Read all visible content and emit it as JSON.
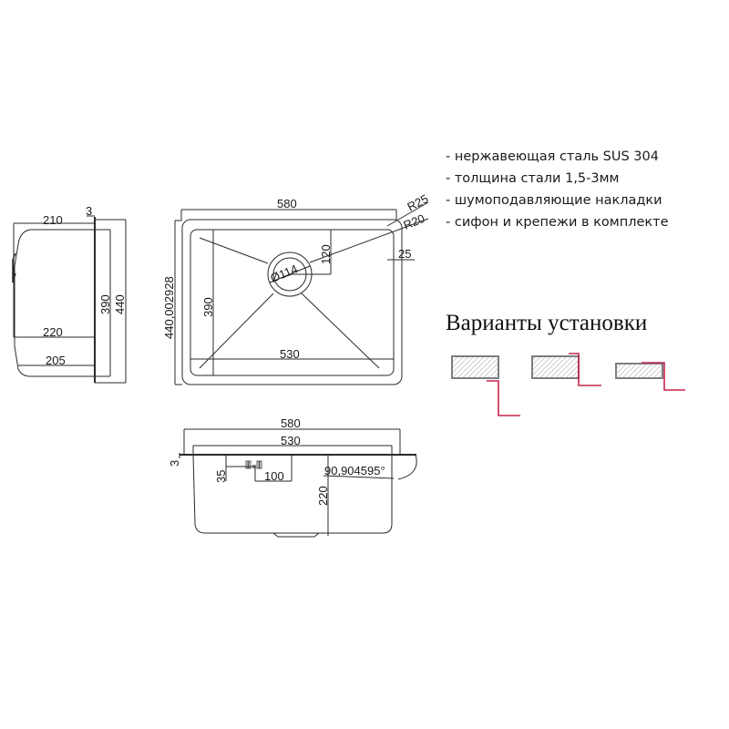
{
  "features": {
    "items": [
      "- нержавеющая сталь SUS 304",
      "- толщина стали 1,5-3мм",
      "- шумоподавляющие накладки",
      "- сифон и крепежи в комплекте"
    ]
  },
  "installation": {
    "title": "Варианты установки",
    "options": [
      "undermount",
      "flush-mount",
      "overmount"
    ],
    "accent_color": "#c8234a",
    "countertop_color": "#7a7f83"
  },
  "side_view": {
    "dims": {
      "top_depth": "210",
      "thickness": "3",
      "inner_height": "390",
      "outer_height": "440",
      "mid_depth": "220",
      "bottom_depth": "205"
    }
  },
  "top_view": {
    "dims": {
      "width": "580",
      "corner_r_outer": "R25",
      "corner_r_inner": "R20",
      "rim": "25",
      "drain_offset": "120",
      "drain_diameter": "Ø114",
      "inner_length": "390",
      "outer_length": "440,002928",
      "inner_width": "530"
    }
  },
  "front_view": {
    "dims": {
      "width": "580",
      "inner_width": "530",
      "thickness": "3",
      "overflow_height": "35",
      "overflow_offset": "100",
      "depth": "220",
      "angle": "90,904595°"
    }
  },
  "colors": {
    "line": "#2a2a2a"
  }
}
